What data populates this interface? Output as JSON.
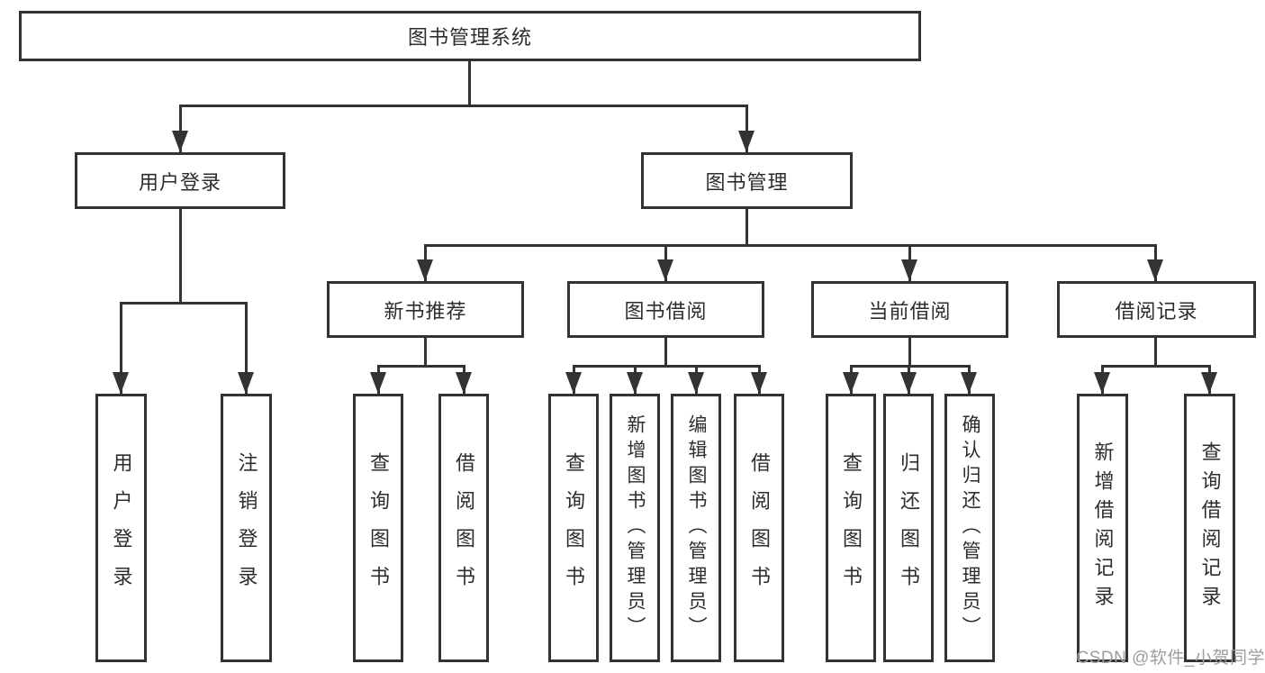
{
  "diagram": {
    "title": "图书管理系统",
    "root": {
      "label": "图书管理系统"
    },
    "level2": [
      {
        "label": "用户登录"
      },
      {
        "label": "图书管理"
      }
    ],
    "level3": [
      {
        "label": "新书推荐",
        "parent": "图书管理"
      },
      {
        "label": "图书借阅",
        "parent": "图书管理"
      },
      {
        "label": "当前借阅",
        "parent": "图书管理"
      },
      {
        "label": "借阅记录",
        "parent": "图书管理"
      }
    ],
    "leaves": [
      {
        "label": "用户登录",
        "parent": "用户登录"
      },
      {
        "label": "注销登录",
        "parent": "用户登录"
      },
      {
        "label": "查询图书",
        "parent": "新书推荐"
      },
      {
        "label": "借阅图书",
        "parent": "新书推荐"
      },
      {
        "label": "查询图书",
        "parent": "图书借阅"
      },
      {
        "label": "新增图书（管理员）",
        "parent": "图书借阅"
      },
      {
        "label": "编辑图书（管理员）",
        "parent": "图书借阅"
      },
      {
        "label": "借阅图书",
        "parent": "图书借阅"
      },
      {
        "label": "查询图书",
        "parent": "当前借阅"
      },
      {
        "label": "归还图书",
        "parent": "当前借阅"
      },
      {
        "label": "确认归还（管理员）",
        "parent": "当前借阅"
      },
      {
        "label": "新增借阅记录",
        "parent": "借阅记录"
      },
      {
        "label": "查询借阅记录",
        "parent": "借阅记录"
      }
    ],
    "tree": {
      "图书管理系统": {
        "用户登录": [
          "用户登录",
          "注销登录"
        ],
        "图书管理": {
          "新书推荐": [
            "查询图书",
            "借阅图书"
          ],
          "图书借阅": [
            "查询图书",
            "新增图书（管理员）",
            "编辑图书（管理员）",
            "借阅图书"
          ],
          "当前借阅": [
            "查询图书",
            "归还图书",
            "确认归还（管理员）"
          ],
          "借阅记录": [
            "新增借阅记录",
            "查询借阅记录"
          ]
        }
      }
    },
    "colors": {
      "line": "#333333",
      "text": "#2d2d2d",
      "background": "#ffffff",
      "watermark": "#9e9e9e"
    }
  },
  "watermark": {
    "text": "CSDN @软件_小贺同学"
  }
}
